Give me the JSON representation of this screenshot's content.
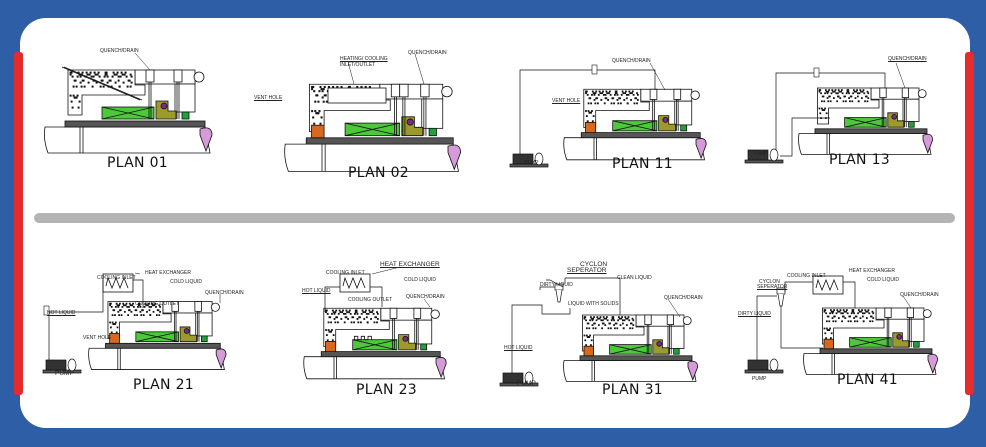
{
  "colors": {
    "background": "#2d5ea6",
    "accent_bar": "#e52b2b",
    "divider": "#b4b4b4",
    "seal_face": "#4cc83a",
    "olive": "#9c9a2c",
    "orange": "#d8681e",
    "purple": "#7a2a8a",
    "pink": "#d79ad8",
    "sleeve": "#555555"
  },
  "plans": [
    {
      "title": "PLAN 01",
      "labels": [
        "QUENCH/DRAIN"
      ]
    },
    {
      "title": "PLAN 02",
      "labels": [
        "QUENCH/DRAIN",
        "HEATING/ COOLING",
        "INLET/OUTLET",
        "VENT HOLE"
      ]
    },
    {
      "title": "PLAN 11",
      "labels": [
        "QUENCH/DRAIN",
        "VENT HOLE",
        "PUMP"
      ]
    },
    {
      "title": "PLAN 13",
      "labels": [
        "QUENCH/DRAIN",
        "PUMP"
      ]
    },
    {
      "title": "PLAN 21",
      "labels": [
        "HEAT EXCHANGER",
        "COOLING INLET",
        "COLD LIQUID",
        "COOLING OUTLET",
        "QUENCH/DRAIN",
        "HOT LIQUID",
        "VENT HOLE",
        "PUMP"
      ]
    },
    {
      "title": "PLAN 23",
      "labels": [
        "HEAT EXCHANGER",
        "COOLING INLET",
        "COLD LIQUID",
        "COOLING OUTLET",
        "HOT LIQUID",
        "QUENCH/DRAIN"
      ]
    },
    {
      "title": "PLAN 31",
      "labels": [
        "CYCLON",
        "SEPERATOR",
        "CLEAN LIQUID",
        "DIRTY LIQUID",
        "LIQUID WITH SOLIDS",
        "QUENCH/DRAIN",
        "HOT LIQUID",
        "PUMP"
      ]
    },
    {
      "title": "PLAN 41",
      "labels": [
        "HEAT EXCHANGER",
        "COOLING INLET",
        "COLD LIQUID",
        "CYCLON",
        "SEPERATOR",
        "QUENCH/DRAIN",
        "DIRTY LIQUID",
        "PUMP"
      ]
    }
  ]
}
